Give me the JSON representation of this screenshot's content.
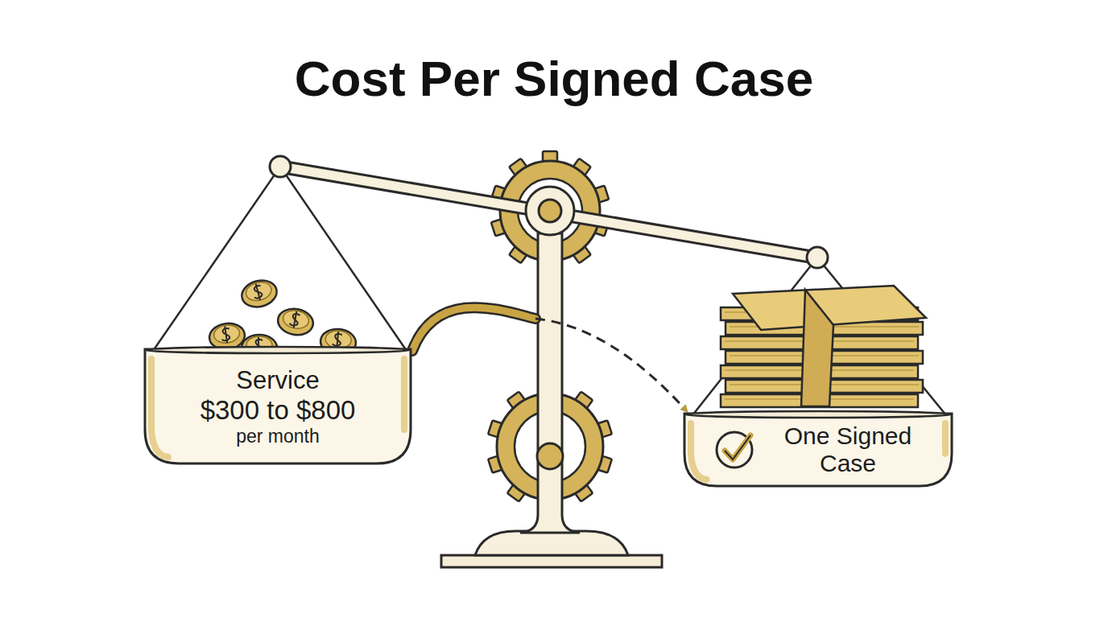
{
  "diagram": {
    "title": "Cost Per Signed Case",
    "nodes": [
      {
        "text": [
          "Service",
          "$300 to $800",
          "per month"
        ]
      },
      {
        "text": [
          "One Signed Case"
        ]
      }
    ],
    "edges": [
      {
        "from": 0,
        "to": 1,
        "arrow": "to"
      }
    ]
  }
}
